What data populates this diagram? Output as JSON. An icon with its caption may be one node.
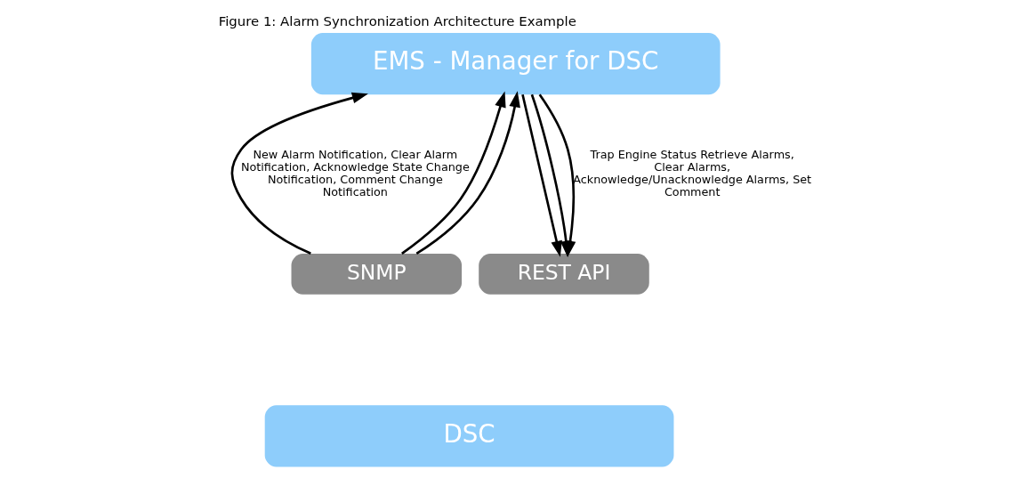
{
  "diagram": {
    "title": "Figure 1: Alarm Synchronization Architecture Example",
    "nodes": [
      {
        "text": [
          "EMS - Manager for DSC"
        ]
      },
      {
        "text": [
          "SNMP"
        ]
      },
      {
        "text": [
          "REST API"
        ]
      },
      {
        "text": [
          "DSC"
        ]
      }
    ],
    "edges": [
      {
        "from": 1,
        "to": 0,
        "arrow": "to",
        "label": "New Alarm Notification, Clear Alarm Notification, Acknowledge State Change Notification, Comment Change Notification"
      },
      {
        "from": 1,
        "to": 0,
        "arrow": "to"
      },
      {
        "from": 1,
        "to": 0,
        "arrow": "to"
      },
      {
        "from": 0,
        "to": 2,
        "arrow": "to"
      },
      {
        "from": 0,
        "to": 2,
        "arrow": "to"
      },
      {
        "from": 0,
        "to": 2,
        "arrow": "to",
        "label": "Trap Engine Status Retrieve Alarms, Clear Alarms, Acknowledge/Unacknowledge Alarms, Set Comment"
      }
    ]
  }
}
